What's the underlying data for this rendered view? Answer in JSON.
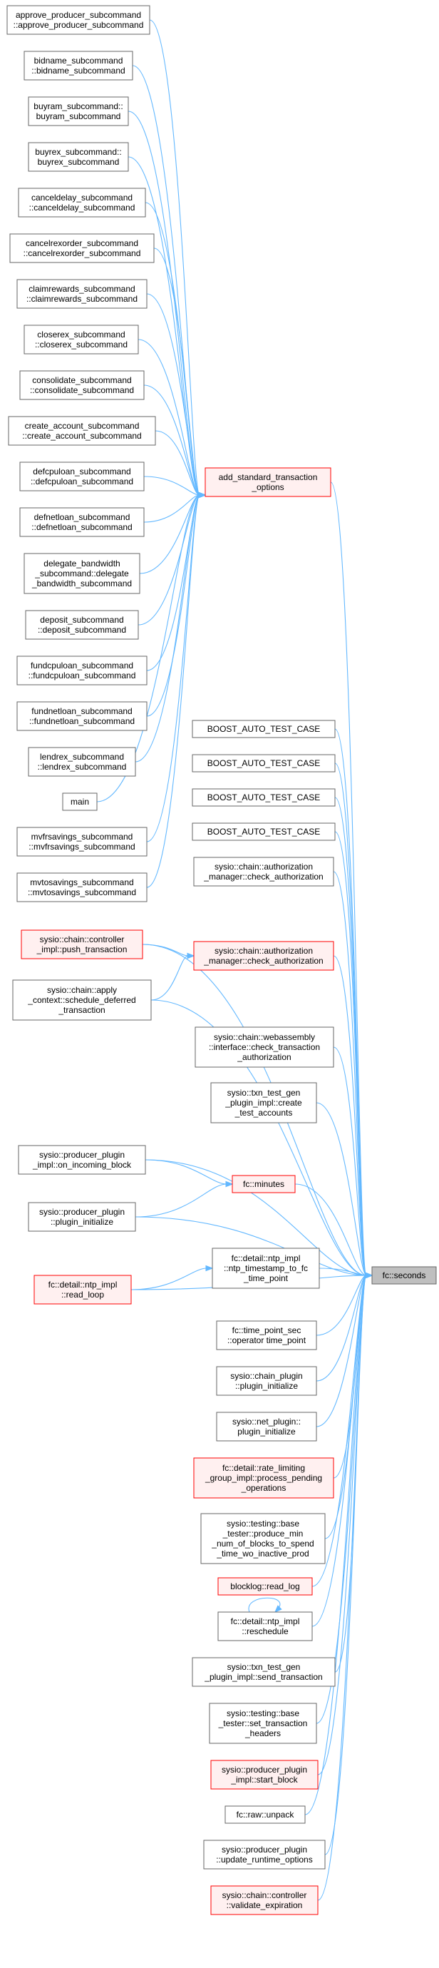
{
  "graph": {
    "target": "fc::seconds",
    "colors": {
      "edge": "#63b8ff",
      "node_border": "#666666",
      "red_border": "#ff0000",
      "red_fill": "#fff0f0",
      "target_fill": "#bfbfbf",
      "node_fill": "#ffffff"
    },
    "nodes": [
      {
        "id": "approve",
        "lines": [
          "approve_producer_subcommand",
          "::approve_producer_subcommand"
        ],
        "style": "normal"
      },
      {
        "id": "bidname",
        "lines": [
          "bidname_subcommand",
          "::bidname_subcommand"
        ],
        "style": "normal"
      },
      {
        "id": "buyram",
        "lines": [
          "buyram_subcommand::",
          "buyram_subcommand"
        ],
        "style": "normal"
      },
      {
        "id": "buyrex",
        "lines": [
          "buyrex_subcommand::",
          "buyrex_subcommand"
        ],
        "style": "normal"
      },
      {
        "id": "canceldelay",
        "lines": [
          "canceldelay_subcommand",
          "::canceldelay_subcommand"
        ],
        "style": "normal"
      },
      {
        "id": "cancelrexorder",
        "lines": [
          "cancelrexorder_subcommand",
          "::cancelrexorder_subcommand"
        ],
        "style": "normal"
      },
      {
        "id": "claimrewards",
        "lines": [
          "claimrewards_subcommand",
          "::claimrewards_subcommand"
        ],
        "style": "normal"
      },
      {
        "id": "closerex",
        "lines": [
          "closerex_subcommand",
          "::closerex_subcommand"
        ],
        "style": "normal"
      },
      {
        "id": "consolidate",
        "lines": [
          "consolidate_subcommand",
          "::consolidate_subcommand"
        ],
        "style": "normal"
      },
      {
        "id": "create_account",
        "lines": [
          "create_account_subcommand",
          "::create_account_subcommand"
        ],
        "style": "normal"
      },
      {
        "id": "defcpuloan",
        "lines": [
          "defcpuloan_subcommand",
          "::defcpuloan_subcommand"
        ],
        "style": "normal"
      },
      {
        "id": "defnetloan",
        "lines": [
          "defnetloan_subcommand",
          "::defnetloan_subcommand"
        ],
        "style": "normal"
      },
      {
        "id": "delegate",
        "lines": [
          "delegate_bandwidth",
          "_subcommand::delegate",
          "_bandwidth_subcommand"
        ],
        "style": "normal"
      },
      {
        "id": "deposit",
        "lines": [
          "deposit_subcommand",
          "::deposit_subcommand"
        ],
        "style": "normal"
      },
      {
        "id": "fundcpuloan",
        "lines": [
          "fundcpuloan_subcommand",
          "::fundcpuloan_subcommand"
        ],
        "style": "normal"
      },
      {
        "id": "fundnetloan",
        "lines": [
          "fundnetloan_subcommand",
          "::fundnetloan_subcommand"
        ],
        "style": "normal"
      },
      {
        "id": "lendrex",
        "lines": [
          "lendrex_subcommand",
          "::lendrex_subcommand"
        ],
        "style": "normal"
      },
      {
        "id": "main",
        "lines": [
          "main"
        ],
        "style": "normal"
      },
      {
        "id": "mvfrsavings",
        "lines": [
          "mvfrsavings_subcommand",
          "::mvfrsavings_subcommand"
        ],
        "style": "normal"
      },
      {
        "id": "mvtosavings",
        "lines": [
          "mvtosavings_subcommand",
          "::mvtosavings_subcommand"
        ],
        "style": "normal"
      },
      {
        "id": "add_std",
        "lines": [
          "add_standard_transaction",
          "_options"
        ],
        "style": "red"
      },
      {
        "id": "boost1",
        "lines": [
          "BOOST_AUTO_TEST_CASE"
        ],
        "style": "normal"
      },
      {
        "id": "boost2",
        "lines": [
          "BOOST_AUTO_TEST_CASE"
        ],
        "style": "normal"
      },
      {
        "id": "boost3",
        "lines": [
          "BOOST_AUTO_TEST_CASE"
        ],
        "style": "normal"
      },
      {
        "id": "boost4",
        "lines": [
          "BOOST_AUTO_TEST_CASE"
        ],
        "style": "normal"
      },
      {
        "id": "auth_mgr_a",
        "lines": [
          "sysio::chain::authorization",
          "_manager::check_authorization"
        ],
        "style": "normal"
      },
      {
        "id": "push_tx",
        "lines": [
          "sysio::chain::controller",
          "_impl::push_transaction"
        ],
        "style": "red"
      },
      {
        "id": "auth_mgr_b",
        "lines": [
          "sysio::chain::authorization",
          "_manager::check_authorization"
        ],
        "style": "red"
      },
      {
        "id": "apply_ctx",
        "lines": [
          "sysio::chain::apply",
          "_context::schedule_deferred",
          "_transaction"
        ],
        "style": "normal"
      },
      {
        "id": "wasm_iface",
        "lines": [
          "sysio::chain::webassembly",
          "::interface::check_transaction",
          "_authorization"
        ],
        "style": "normal"
      },
      {
        "id": "txn_create",
        "lines": [
          "sysio::txn_test_gen",
          "_plugin_impl::create",
          "_test_accounts"
        ],
        "style": "normal"
      },
      {
        "id": "prod_incoming",
        "lines": [
          "sysio::producer_plugin",
          "_impl::on_incoming_block"
        ],
        "style": "normal"
      },
      {
        "id": "fc_minutes",
        "lines": [
          "fc::minutes"
        ],
        "style": "red"
      },
      {
        "id": "prod_init",
        "lines": [
          "sysio::producer_plugin",
          "::plugin_initialize"
        ],
        "style": "normal"
      },
      {
        "id": "ntp_ts",
        "lines": [
          "fc::detail::ntp_impl",
          "::ntp_timestamp_to_fc",
          "_time_point"
        ],
        "style": "normal"
      },
      {
        "id": "ntp_read",
        "lines": [
          "fc::detail::ntp_impl",
          "::read_loop"
        ],
        "style": "red"
      },
      {
        "id": "fc_seconds",
        "lines": [
          "fc::seconds"
        ],
        "style": "target"
      },
      {
        "id": "tps_op",
        "lines": [
          "fc::time_point_sec",
          "::operator time_point"
        ],
        "style": "normal"
      },
      {
        "id": "chain_init",
        "lines": [
          "sysio::chain_plugin",
          "::plugin_initialize"
        ],
        "style": "normal"
      },
      {
        "id": "net_init",
        "lines": [
          "sysio::net_plugin::",
          "plugin_initialize"
        ],
        "style": "normal"
      },
      {
        "id": "rate_lim",
        "lines": [
          "fc::detail::rate_limiting",
          "_group_impl::process_pending",
          "_operations"
        ],
        "style": "red"
      },
      {
        "id": "base_produce",
        "lines": [
          "sysio::testing::base",
          "_tester::produce_min",
          "_num_of_blocks_to_spend",
          "_time_wo_inactive_prod"
        ],
        "style": "normal"
      },
      {
        "id": "blocklog",
        "lines": [
          "blocklog::read_log"
        ],
        "style": "red"
      },
      {
        "id": "ntp_resched",
        "lines": [
          "fc::detail::ntp_impl",
          "::reschedule"
        ],
        "style": "normal"
      },
      {
        "id": "txn_send",
        "lines": [
          "sysio::txn_test_gen",
          "_plugin_impl::send_transaction"
        ],
        "style": "normal"
      },
      {
        "id": "base_set_hdr",
        "lines": [
          "sysio::testing::base",
          "_tester::set_transaction",
          "_headers"
        ],
        "style": "normal"
      },
      {
        "id": "prod_start",
        "lines": [
          "sysio::producer_plugin",
          "_impl::start_block"
        ],
        "style": "red"
      },
      {
        "id": "raw_unpack",
        "lines": [
          "fc::raw::unpack"
        ],
        "style": "normal"
      },
      {
        "id": "prod_update",
        "lines": [
          "sysio::producer_plugin",
          "::update_runtime_options"
        ],
        "style": "normal"
      },
      {
        "id": "ctrl_validate",
        "lines": [
          "sysio::chain::controller",
          "::validate_expiration"
        ],
        "style": "red"
      }
    ],
    "edges": [
      [
        "approve",
        "add_std"
      ],
      [
        "bidname",
        "add_std"
      ],
      [
        "buyram",
        "add_std"
      ],
      [
        "buyrex",
        "add_std"
      ],
      [
        "canceldelay",
        "add_std"
      ],
      [
        "cancelrexorder",
        "add_std"
      ],
      [
        "claimrewards",
        "add_std"
      ],
      [
        "closerex",
        "add_std"
      ],
      [
        "consolidate",
        "add_std"
      ],
      [
        "create_account",
        "add_std"
      ],
      [
        "defcpuloan",
        "add_std"
      ],
      [
        "defnetloan",
        "add_std"
      ],
      [
        "delegate",
        "add_std"
      ],
      [
        "deposit",
        "add_std"
      ],
      [
        "fundcpuloan",
        "add_std"
      ],
      [
        "fundnetloan",
        "add_std"
      ],
      [
        "lendrex",
        "add_std"
      ],
      [
        "main",
        "add_std"
      ],
      [
        "mvfrsavings",
        "add_std"
      ],
      [
        "mvtosavings",
        "add_std"
      ],
      [
        "add_std",
        "fc_seconds"
      ],
      [
        "boost1",
        "fc_seconds"
      ],
      [
        "boost2",
        "fc_seconds"
      ],
      [
        "boost3",
        "fc_seconds"
      ],
      [
        "boost4",
        "fc_seconds"
      ],
      [
        "auth_mgr_a",
        "fc_seconds"
      ],
      [
        "push_tx",
        "auth_mgr_b"
      ],
      [
        "push_tx",
        "fc_seconds"
      ],
      [
        "apply_ctx",
        "auth_mgr_b"
      ],
      [
        "apply_ctx",
        "fc_seconds"
      ],
      [
        "auth_mgr_b",
        "fc_seconds"
      ],
      [
        "wasm_iface",
        "fc_seconds"
      ],
      [
        "txn_create",
        "fc_seconds"
      ],
      [
        "prod_incoming",
        "fc_minutes"
      ],
      [
        "prod_incoming",
        "fc_seconds"
      ],
      [
        "prod_init",
        "fc_minutes"
      ],
      [
        "prod_init",
        "fc_seconds"
      ],
      [
        "fc_minutes",
        "fc_seconds"
      ],
      [
        "ntp_read",
        "ntp_ts"
      ],
      [
        "ntp_read",
        "fc_seconds"
      ],
      [
        "ntp_ts",
        "fc_seconds"
      ],
      [
        "tps_op",
        "fc_seconds"
      ],
      [
        "chain_init",
        "fc_seconds"
      ],
      [
        "net_init",
        "fc_seconds"
      ],
      [
        "rate_lim",
        "fc_seconds"
      ],
      [
        "base_produce",
        "fc_seconds"
      ],
      [
        "blocklog",
        "fc_seconds"
      ],
      [
        "ntp_resched",
        "ntp_resched"
      ],
      [
        "ntp_resched",
        "fc_seconds"
      ],
      [
        "txn_send",
        "fc_seconds"
      ],
      [
        "base_set_hdr",
        "fc_seconds"
      ],
      [
        "prod_start",
        "fc_seconds"
      ],
      [
        "raw_unpack",
        "fc_seconds"
      ],
      [
        "prod_update",
        "fc_seconds"
      ],
      [
        "ctrl_validate",
        "fc_seconds"
      ]
    ]
  }
}
